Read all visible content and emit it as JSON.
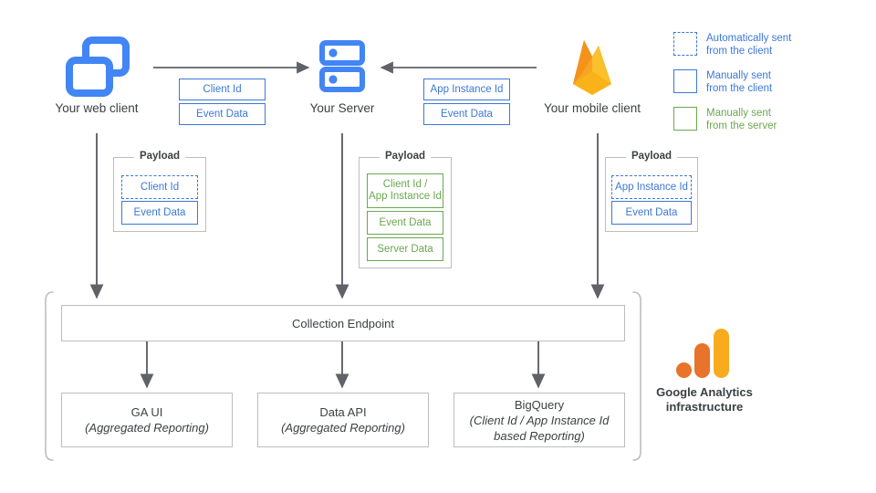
{
  "nodes": {
    "web_client": {
      "label": "Your web client",
      "icon": "browser-windows-icon"
    },
    "server": {
      "label": "Your Server",
      "icon": "server-racks-icon"
    },
    "mobile_client": {
      "label": "Your mobile client",
      "icon": "firebase-flame-icon"
    }
  },
  "transport": {
    "web_to_server": [
      "Client Id",
      "Event Data"
    ],
    "mobile_to_server": [
      "App Instance Id",
      "Event Data"
    ]
  },
  "payloads": {
    "title": "Payload",
    "web": {
      "items": [
        {
          "text": "Client Id",
          "style": "blue-dashed"
        },
        {
          "text": "Event Data",
          "style": "blue"
        }
      ]
    },
    "server": {
      "items": [
        {
          "text": "Client Id /\nApp Instance Id",
          "style": "green"
        },
        {
          "text": "Event Data",
          "style": "green"
        },
        {
          "text": "Server Data",
          "style": "green"
        }
      ]
    },
    "mobile": {
      "items": [
        {
          "text": "App Instance Id",
          "style": "blue-dashed"
        },
        {
          "text": "Event Data",
          "style": "blue"
        }
      ]
    }
  },
  "infrastructure": {
    "collection_endpoint": "Collection Endpoint",
    "outputs": [
      {
        "title": "GA UI",
        "subtitle": "(Aggregated Reporting)"
      },
      {
        "title": "Data API",
        "subtitle": "(Aggregated Reporting)"
      },
      {
        "title": "BigQuery",
        "subtitle": "(Client Id / App Instance Id\nbased Reporting)"
      }
    ],
    "caption": "Google Analytics\ninfrastructure",
    "logo": "google-analytics-logo"
  },
  "legend": [
    {
      "swatch": "dashed-blue",
      "text": "Automatically sent\nfrom the client",
      "color": "#3c78d8"
    },
    {
      "swatch": "solid-blue",
      "text": "Manually sent\nfrom the client",
      "color": "#3c78d8"
    },
    {
      "swatch": "solid-green",
      "text": "Manually sent\nfrom the server",
      "color": "#6aa84f"
    }
  ],
  "colors": {
    "blue": "#3c78d8",
    "green": "#6aa84f",
    "icon_blue": "#4285f4",
    "arrow_gray": "#5f6368",
    "border_gray": "#bdbdbd",
    "ga_orange": "#e8732a",
    "ga_amber": "#f9ab1e"
  }
}
